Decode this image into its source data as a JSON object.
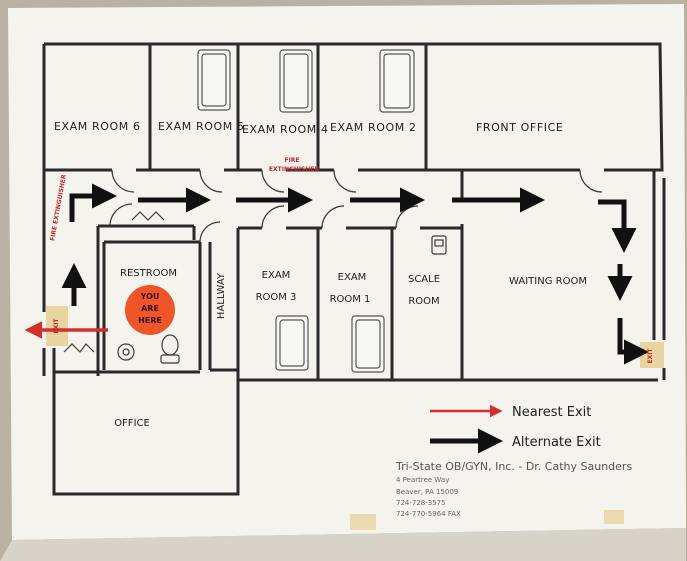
{
  "rooms": {
    "exam6": "EXAM ROOM 6",
    "exam5": "EXAM ROOM 5",
    "exam4": "EXAM ROOM 4",
    "exam2": "EXAM ROOM 2",
    "front_office": "FRONT OFFICE",
    "restroom": "RESTROOM",
    "hallway": "HALLWAY",
    "exam3_l1": "EXAM",
    "exam3_l2": "ROOM 3",
    "exam1_l1": "EXAM",
    "exam1_l2": "ROOM 1",
    "scale_l1": "SCALE",
    "scale_l2": "ROOM",
    "waiting": "WAITING ROOM",
    "office": "OFFICE"
  },
  "markers": {
    "you_are_here": [
      "YOU",
      "ARE",
      "HERE"
    ],
    "fire_ext_top_l1": "FIRE",
    "fire_ext_top_l2": "EXTINGUISHER",
    "fire_ext_left": "FIRE EXTINGUISHER",
    "exit_left": "EXIT",
    "exit_right": "EXIT"
  },
  "legend": {
    "nearest": "Nearest Exit",
    "alternate": "Alternate Exit"
  },
  "info": {
    "practice": "Tri-State OB/GYN, Inc. - Dr. Cathy Saunders",
    "address1": "4 Peartree Way",
    "address2": "Beaver, PA 15009",
    "phone": "724-728-3575",
    "fax": "724-770-5964 FAX"
  },
  "colors": {
    "paper": "#f4f3ee",
    "wall": "#2a2a2a",
    "nearest_exit": "#d32f2f",
    "alternate_exit": "#111111",
    "you_are_here": "#f0552a",
    "tape": "#e6c987"
  }
}
